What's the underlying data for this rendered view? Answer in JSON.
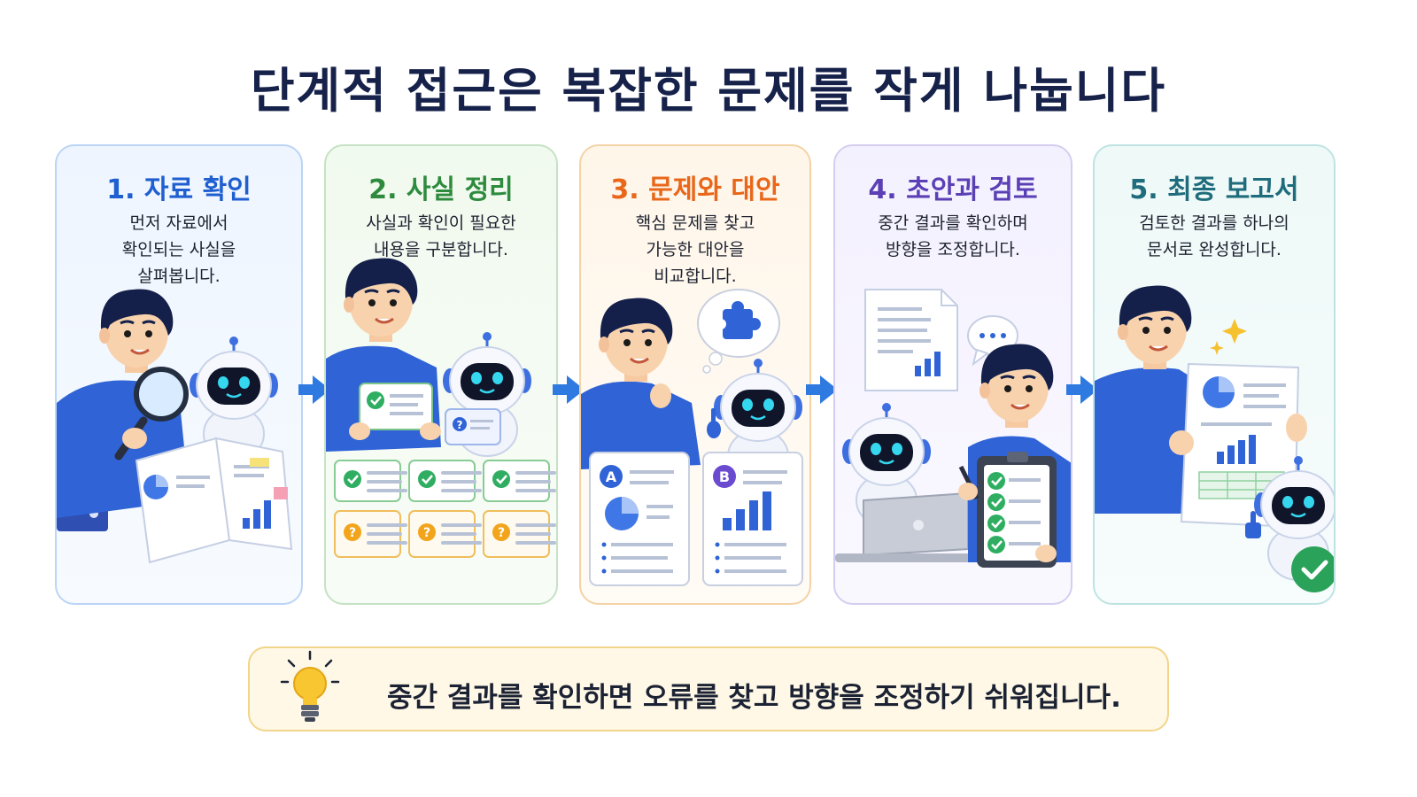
{
  "title": "단계적 접근은 복잡한 문제를 작게 나눕니다",
  "colors": {
    "blue": "#1f5fd0",
    "green": "#2e8b3e",
    "orange": "#e8671a",
    "purple": "#5a3fb5",
    "teal": "#1f6d7c",
    "shirt": "#2f63d6",
    "check": "#2fae62",
    "question": "#f2a51c"
  },
  "steps": [
    {
      "title": "1. 자료 확인",
      "desc": [
        "먼저 자료에서",
        "확인되는 사실을",
        "살펴봅니다."
      ]
    },
    {
      "title": "2. 사실 정리",
      "desc": [
        "사실과 확인이 필요한",
        "내용을 구분합니다."
      ]
    },
    {
      "title": "3. 문제와 대안",
      "desc": [
        "핵심 문제를 찾고",
        "가능한 대안을",
        "비교합니다."
      ],
      "option_a": "A",
      "option_b": "B"
    },
    {
      "title": "4. 초안과 검토",
      "desc": [
        "중간 결과를 확인하며",
        "방향을 조정합니다."
      ]
    },
    {
      "title": "5. 최종 보고서",
      "desc": [
        "검토한 결과를 하나의",
        "문서로 완성합니다."
      ]
    }
  ],
  "tip": {
    "icon": "lightbulb-icon",
    "text": "중간 결과를 확인하면 오류를 찾고 방향을 조정하기 쉬워집니다."
  }
}
